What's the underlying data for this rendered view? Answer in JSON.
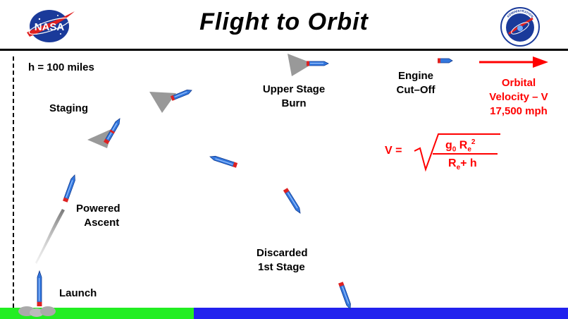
{
  "header": {
    "title": "Flight  to  Orbit",
    "left_logo_text": "NASA",
    "right_logo_text": "ADMINISTRATION"
  },
  "labels": {
    "altitude": "h  = 100 miles",
    "staging": "Staging",
    "powered_ascent_1": "Powered",
    "powered_ascent_2": "Ascent",
    "launch": "Launch",
    "upper_stage_1": "Upper Stage",
    "upper_stage_2": "Burn",
    "discarded_1": "Discarded",
    "discarded_2": "1st  Stage",
    "engine_1": "Engine",
    "engine_2": "Cut–Off",
    "orbital_1": "Orbital",
    "orbital_2": "Velocity – V",
    "orbital_3": "17,500 mph"
  },
  "formula": {
    "lhs": "V =",
    "numerator_g": "g",
    "numerator_g_sub": "0",
    "numerator_R": "R",
    "numerator_R_sub": "e",
    "numerator_R_sup": "2",
    "denominator_R": "R",
    "denominator_R_sub": "e",
    "denominator_plus": "+ h"
  },
  "colors": {
    "rocket_body": "#3377dd",
    "rocket_nozzle": "#dd2222",
    "plume": "#999999",
    "formula": "#ff0000",
    "ground_land": "#22ee22",
    "ground_sea": "#2222ee"
  }
}
